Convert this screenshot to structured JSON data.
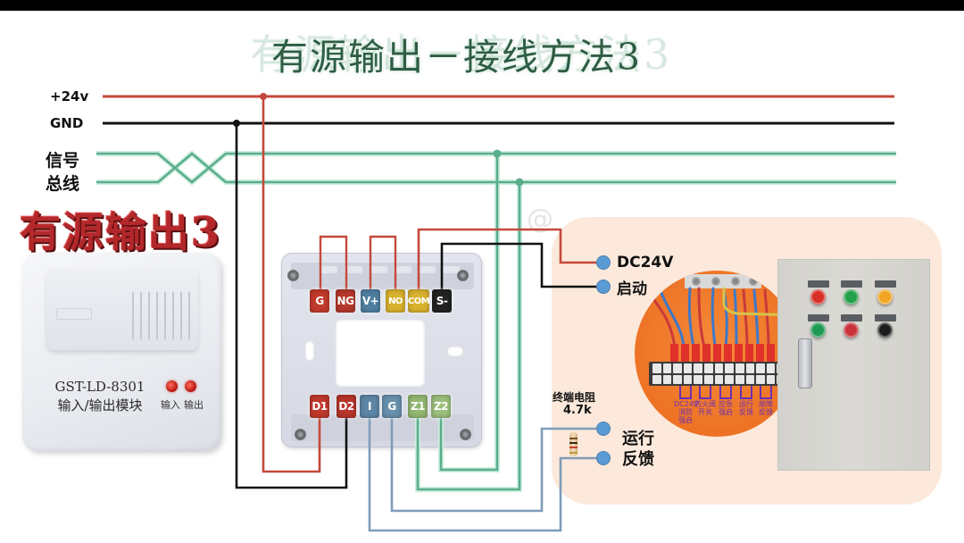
{
  "title": {
    "text": "有源输出－接线方法3",
    "ghost": "有源输出－接线方法3"
  },
  "watermark": "@",
  "bus": {
    "plus24v": "+24v",
    "gnd": "GND",
    "signal": [
      "信号",
      "总线"
    ]
  },
  "badge": "有源输出3",
  "module": {
    "model": "GST-LD-8301",
    "name": "输入/输出模块",
    "led_labels": [
      "输入",
      "输出"
    ]
  },
  "terminals": {
    "top": [
      {
        "label": "G",
        "color": "#c23a2c"
      },
      {
        "label": "NG",
        "color": "#b5382c"
      },
      {
        "label": "V+",
        "color": "#4f7fa0"
      },
      {
        "label": "NO",
        "color": "#d9b22e"
      },
      {
        "label": "COM",
        "color": "#d9b22e"
      },
      {
        "label": "S-",
        "color": "#222222"
      }
    ],
    "bottom": [
      {
        "label": "D1",
        "color": "#c0392b"
      },
      {
        "label": "D2",
        "color": "#b8352a"
      },
      {
        "label": "I",
        "color": "#5d86a6"
      },
      {
        "label": "G",
        "color": "#6990ad"
      },
      {
        "label": "Z1",
        "color": "#93b871"
      },
      {
        "label": "Z2",
        "color": "#9cbf7c"
      }
    ]
  },
  "connections": {
    "dc24v": "DC24V",
    "start": "启动",
    "run": "运行",
    "feedback": "反馈"
  },
  "resistor": {
    "label": "终端电阻",
    "value": "4.7k"
  },
  "inset": {
    "labels": [
      [
        "DC24V",
        "消防",
        "强启"
      ],
      [
        "防火阀",
        "开关"
      ],
      [
        "应急",
        "强启"
      ],
      [
        "运行",
        "反馈"
      ],
      [
        "故障",
        "反馈"
      ]
    ]
  },
  "cabinet": {
    "lamps": [
      "#d9302a",
      "#23a049",
      "#f0a623",
      "#1f9a52",
      "#c8343a",
      "#1d1d1d"
    ]
  },
  "colors": {
    "power": "#c4493a",
    "ground": "#111111",
    "signal": "#5aad8b",
    "loop": "#7f9cb9",
    "badge": "#b3282b",
    "title": "#2e5d43",
    "node": "#5b9bd5",
    "inset_label": "#6b2fb3",
    "panel": "#fce9db",
    "circle": "#ec6f22"
  }
}
